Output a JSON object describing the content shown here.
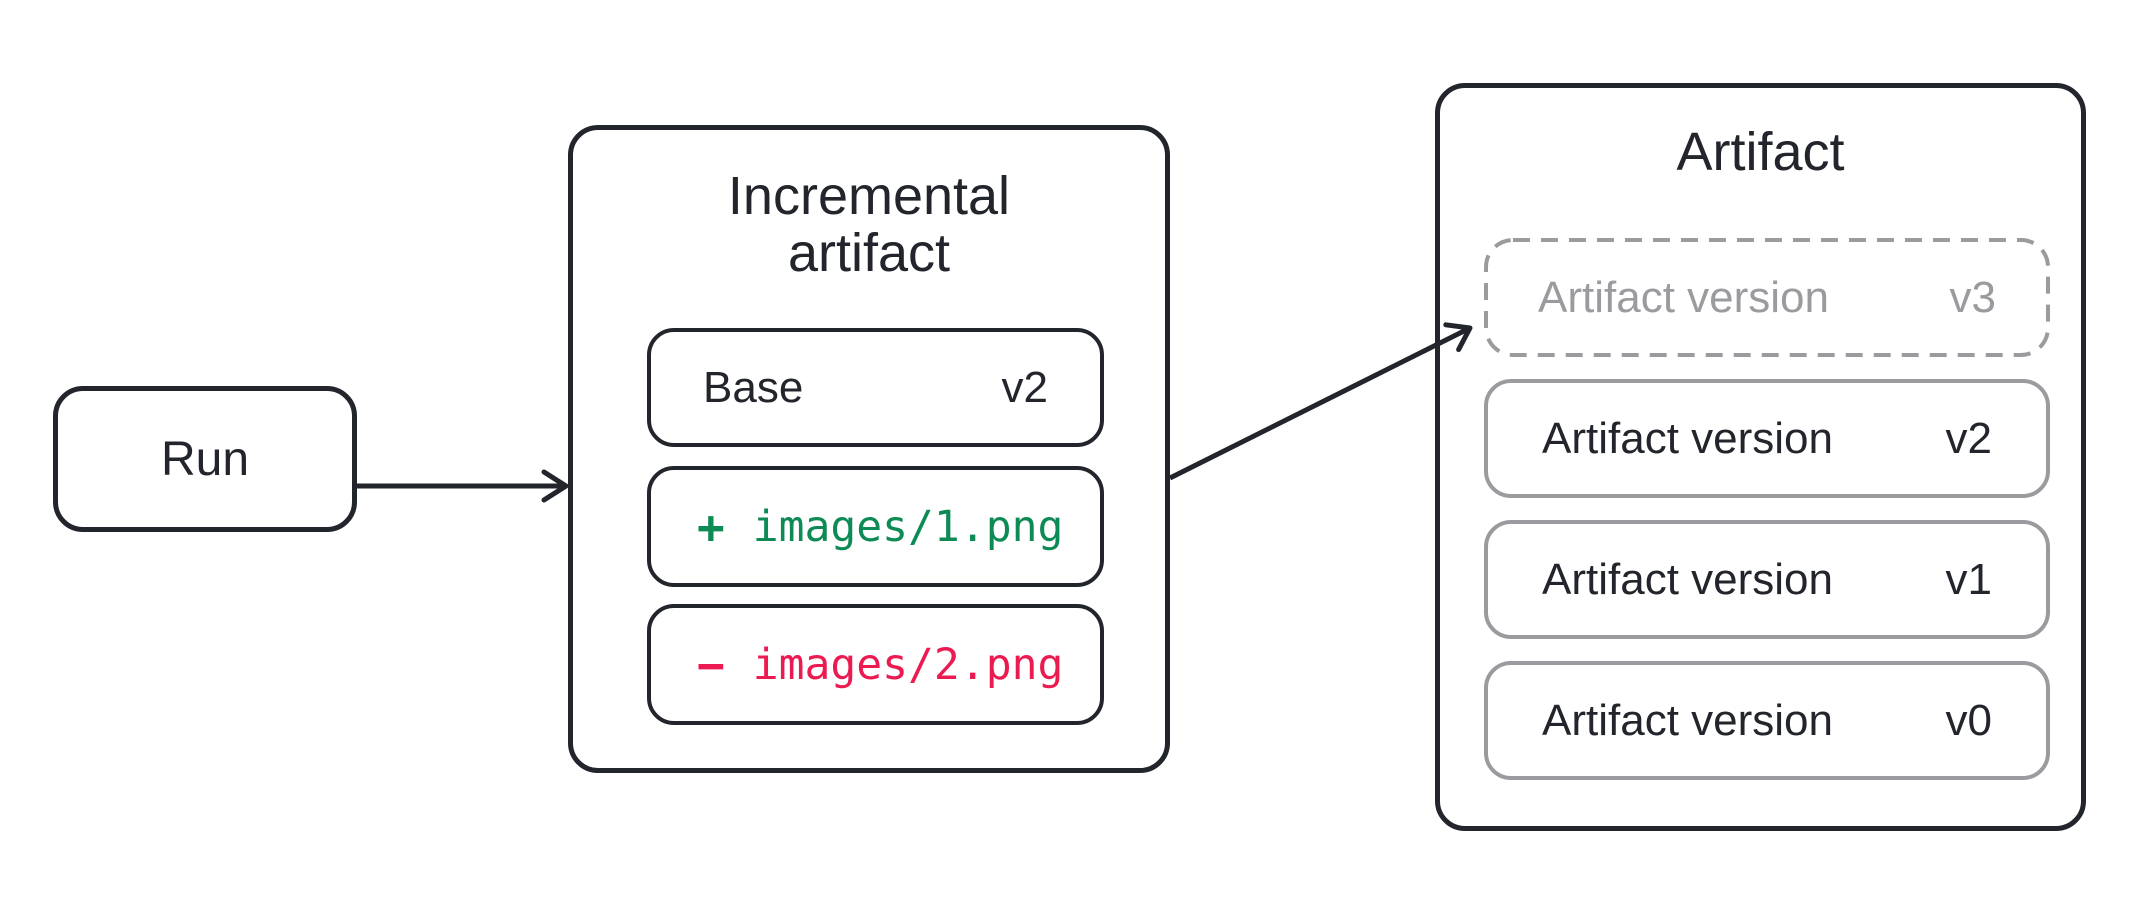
{
  "colors": {
    "dark": "#22252b",
    "gray": "#9a9b9e",
    "green": "#0e8a55",
    "red": "#eb1b52",
    "bg": "#ffffff"
  },
  "run": {
    "label": "Run"
  },
  "incremental": {
    "title_line1": "Incremental",
    "title_line2": "artifact",
    "base": {
      "label": "Base",
      "version": "v2"
    },
    "added": {
      "sign": "+",
      "path": "images/1.png"
    },
    "removed": {
      "sign": "−",
      "path": "images/2.png"
    }
  },
  "artifact": {
    "title": "Artifact",
    "versions": [
      {
        "label": "Artifact version",
        "version": "v3",
        "state": "pending"
      },
      {
        "label": "Artifact version",
        "version": "v2",
        "state": "committed"
      },
      {
        "label": "Artifact version",
        "version": "v1",
        "state": "committed"
      },
      {
        "label": "Artifact version",
        "version": "v0",
        "state": "committed"
      }
    ]
  },
  "icons": {
    "arrow_run_to_incremental": "arrow-right",
    "arrow_incremental_to_artifact": "arrow-up-right"
  }
}
